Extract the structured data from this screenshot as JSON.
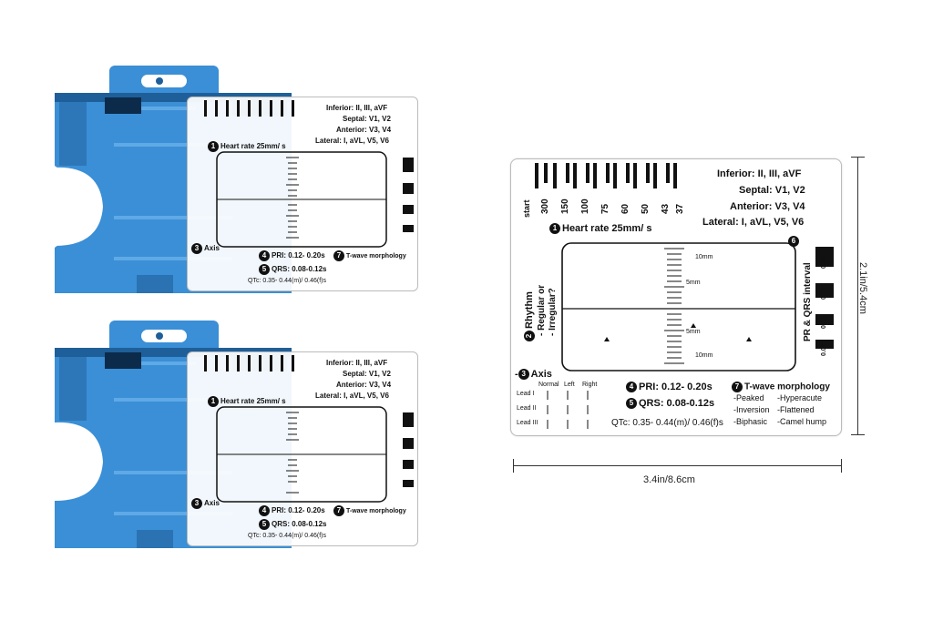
{
  "card": {
    "leads": {
      "inferior": "Inferior: II, III, aVF",
      "septal": "Septal: V1, V2",
      "anterior": "Anterior: V3, V4",
      "lateral": "Lateral: I, aVL, V5, V6"
    },
    "rate_label_start": "start",
    "rate_scale": [
      "300",
      "150",
      "100",
      "75",
      "60",
      "50",
      "43",
      "37"
    ],
    "sections": {
      "heart_rate": {
        "num": "1",
        "label": "Heart rate 25mm/ s"
      },
      "rhythm": {
        "num": "2",
        "label": "Rhythm",
        "line2": "- Regular or",
        "line3": "- Irregular?"
      },
      "axis": {
        "num": "3",
        "label": "Axis",
        "cols": [
          "Normal",
          "Left",
          "Right"
        ],
        "rows": [
          "Lead I",
          "Lead II",
          "Lead III"
        ]
      },
      "pri": {
        "num": "4",
        "label": "PRI: 0.12- 0.20s"
      },
      "qrs": {
        "num": "5",
        "label": "QRS: 0.08-0.12s"
      },
      "qtc": {
        "label": "QTc: 0.35- 0.44(m)/ 0.46(f)s"
      },
      "interval": {
        "num": "6",
        "label": "PR & QRS interval",
        "ticks": [
          "0.20",
          "0.16",
          "0.12",
          "0.08"
        ]
      },
      "twave": {
        "num": "7",
        "label": "T-wave morphology",
        "items": [
          "Peaked",
          "Hyperacute",
          "Inversion",
          "Flattened",
          "Biphasic",
          "Camel hump"
        ]
      }
    },
    "mm_labels": [
      "10mm",
      "5mm",
      "5mm",
      "10mm"
    ]
  },
  "dimensions": {
    "width": "3.4in/8.6cm",
    "height": "2.1in/5.4cm"
  },
  "colors": {
    "holder_blue": "#3a8fd6",
    "holder_dark": "#1f5f99",
    "card_white": "#ffffff",
    "ink": "#111111"
  }
}
